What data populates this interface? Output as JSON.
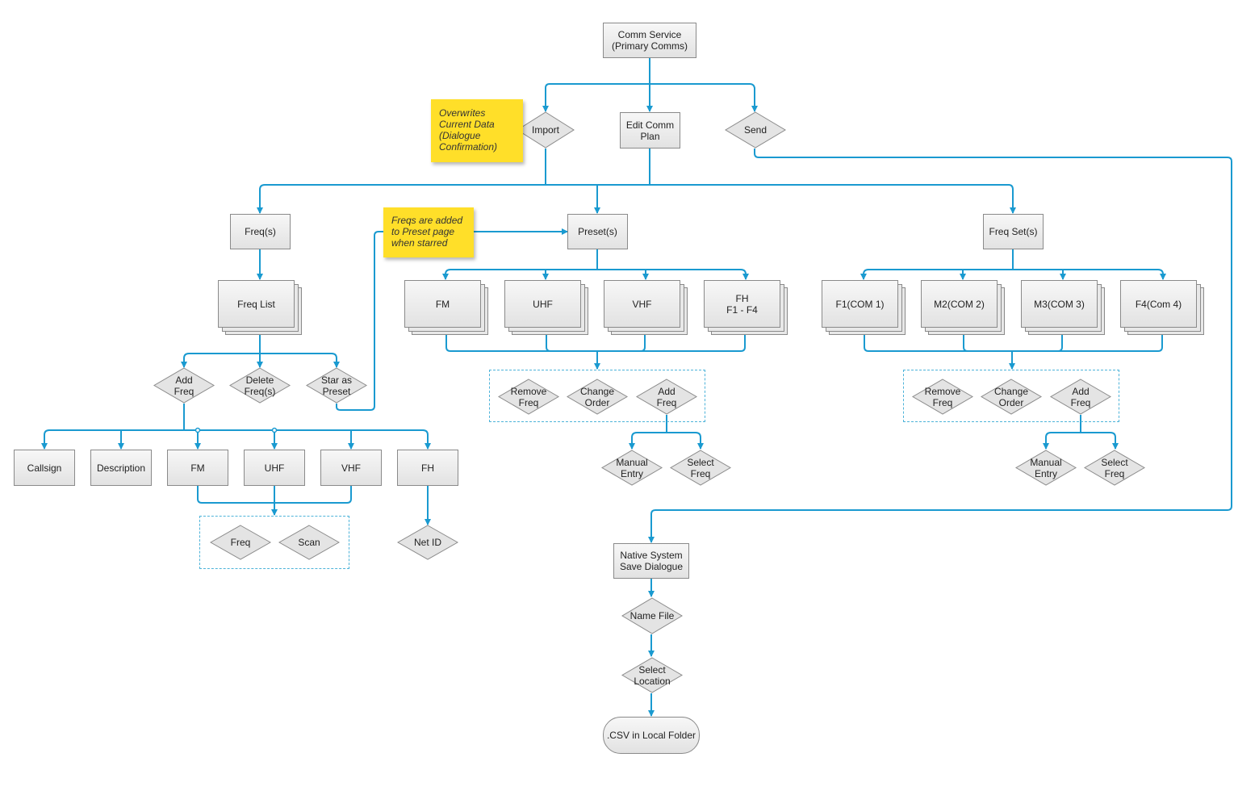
{
  "colors": {
    "connector": "#1a9ad0",
    "note": "#ffdf29",
    "group_border": "#4db3d9",
    "shape_fill": "#e4e4e4",
    "shape_border": "#8a8a8a"
  },
  "nodes": {
    "comm_service": "Comm Service\n(Primary Comms)",
    "import": "Import",
    "edit_comm_plan": "Edit Comm\nPlan",
    "send": "Send",
    "freqs": "Freq(s)",
    "presets": "Preset(s)",
    "freq_sets": "Freq Set(s)",
    "freq_list": "Freq List",
    "add_freq": "Add\nFreq",
    "delete_freqs": "Delete\nFreq(s)",
    "star_as_preset": "Star as\nPreset",
    "callsign": "Callsign",
    "description": "Description",
    "fl_fm": "FM",
    "fl_uhf": "UHF",
    "fl_vhf": "VHF",
    "fl_fh": "FH",
    "fl_freq": "Freq",
    "fl_scan": "Scan",
    "fl_net_id": "Net ID",
    "preset_fm": "FM",
    "preset_uhf": "UHF",
    "preset_vhf": "VHF",
    "preset_fh": "FH\nF1 - F4",
    "preset_remove": "Remove\nFreq",
    "preset_change": "Change\nOrder",
    "preset_add": "Add\nFreq",
    "preset_manual": "Manual\nEntry",
    "preset_select": "Select\nFreq",
    "set_f1": "F1(COM 1)",
    "set_m2": "M2(COM 2)",
    "set_m3": "M3(COM 3)",
    "set_f4": "F4(Com 4)",
    "set_remove": "Remove\nFreq",
    "set_change": "Change\nOrder",
    "set_add": "Add\nFreq",
    "set_manual": "Manual\nEntry",
    "set_select": "Select\nFreq",
    "native_save": "Native System\nSave Dialogue",
    "name_file": "Name File",
    "select_location": "Select\nLocation",
    "csv": ".CSV in Local Folder"
  },
  "notes": {
    "overwrites": "Overwrites\nCurrent Data\n(Dialogue\nConfirmation)",
    "freqs_added": "Freqs are added\nto Preset page\nwhen starred"
  }
}
